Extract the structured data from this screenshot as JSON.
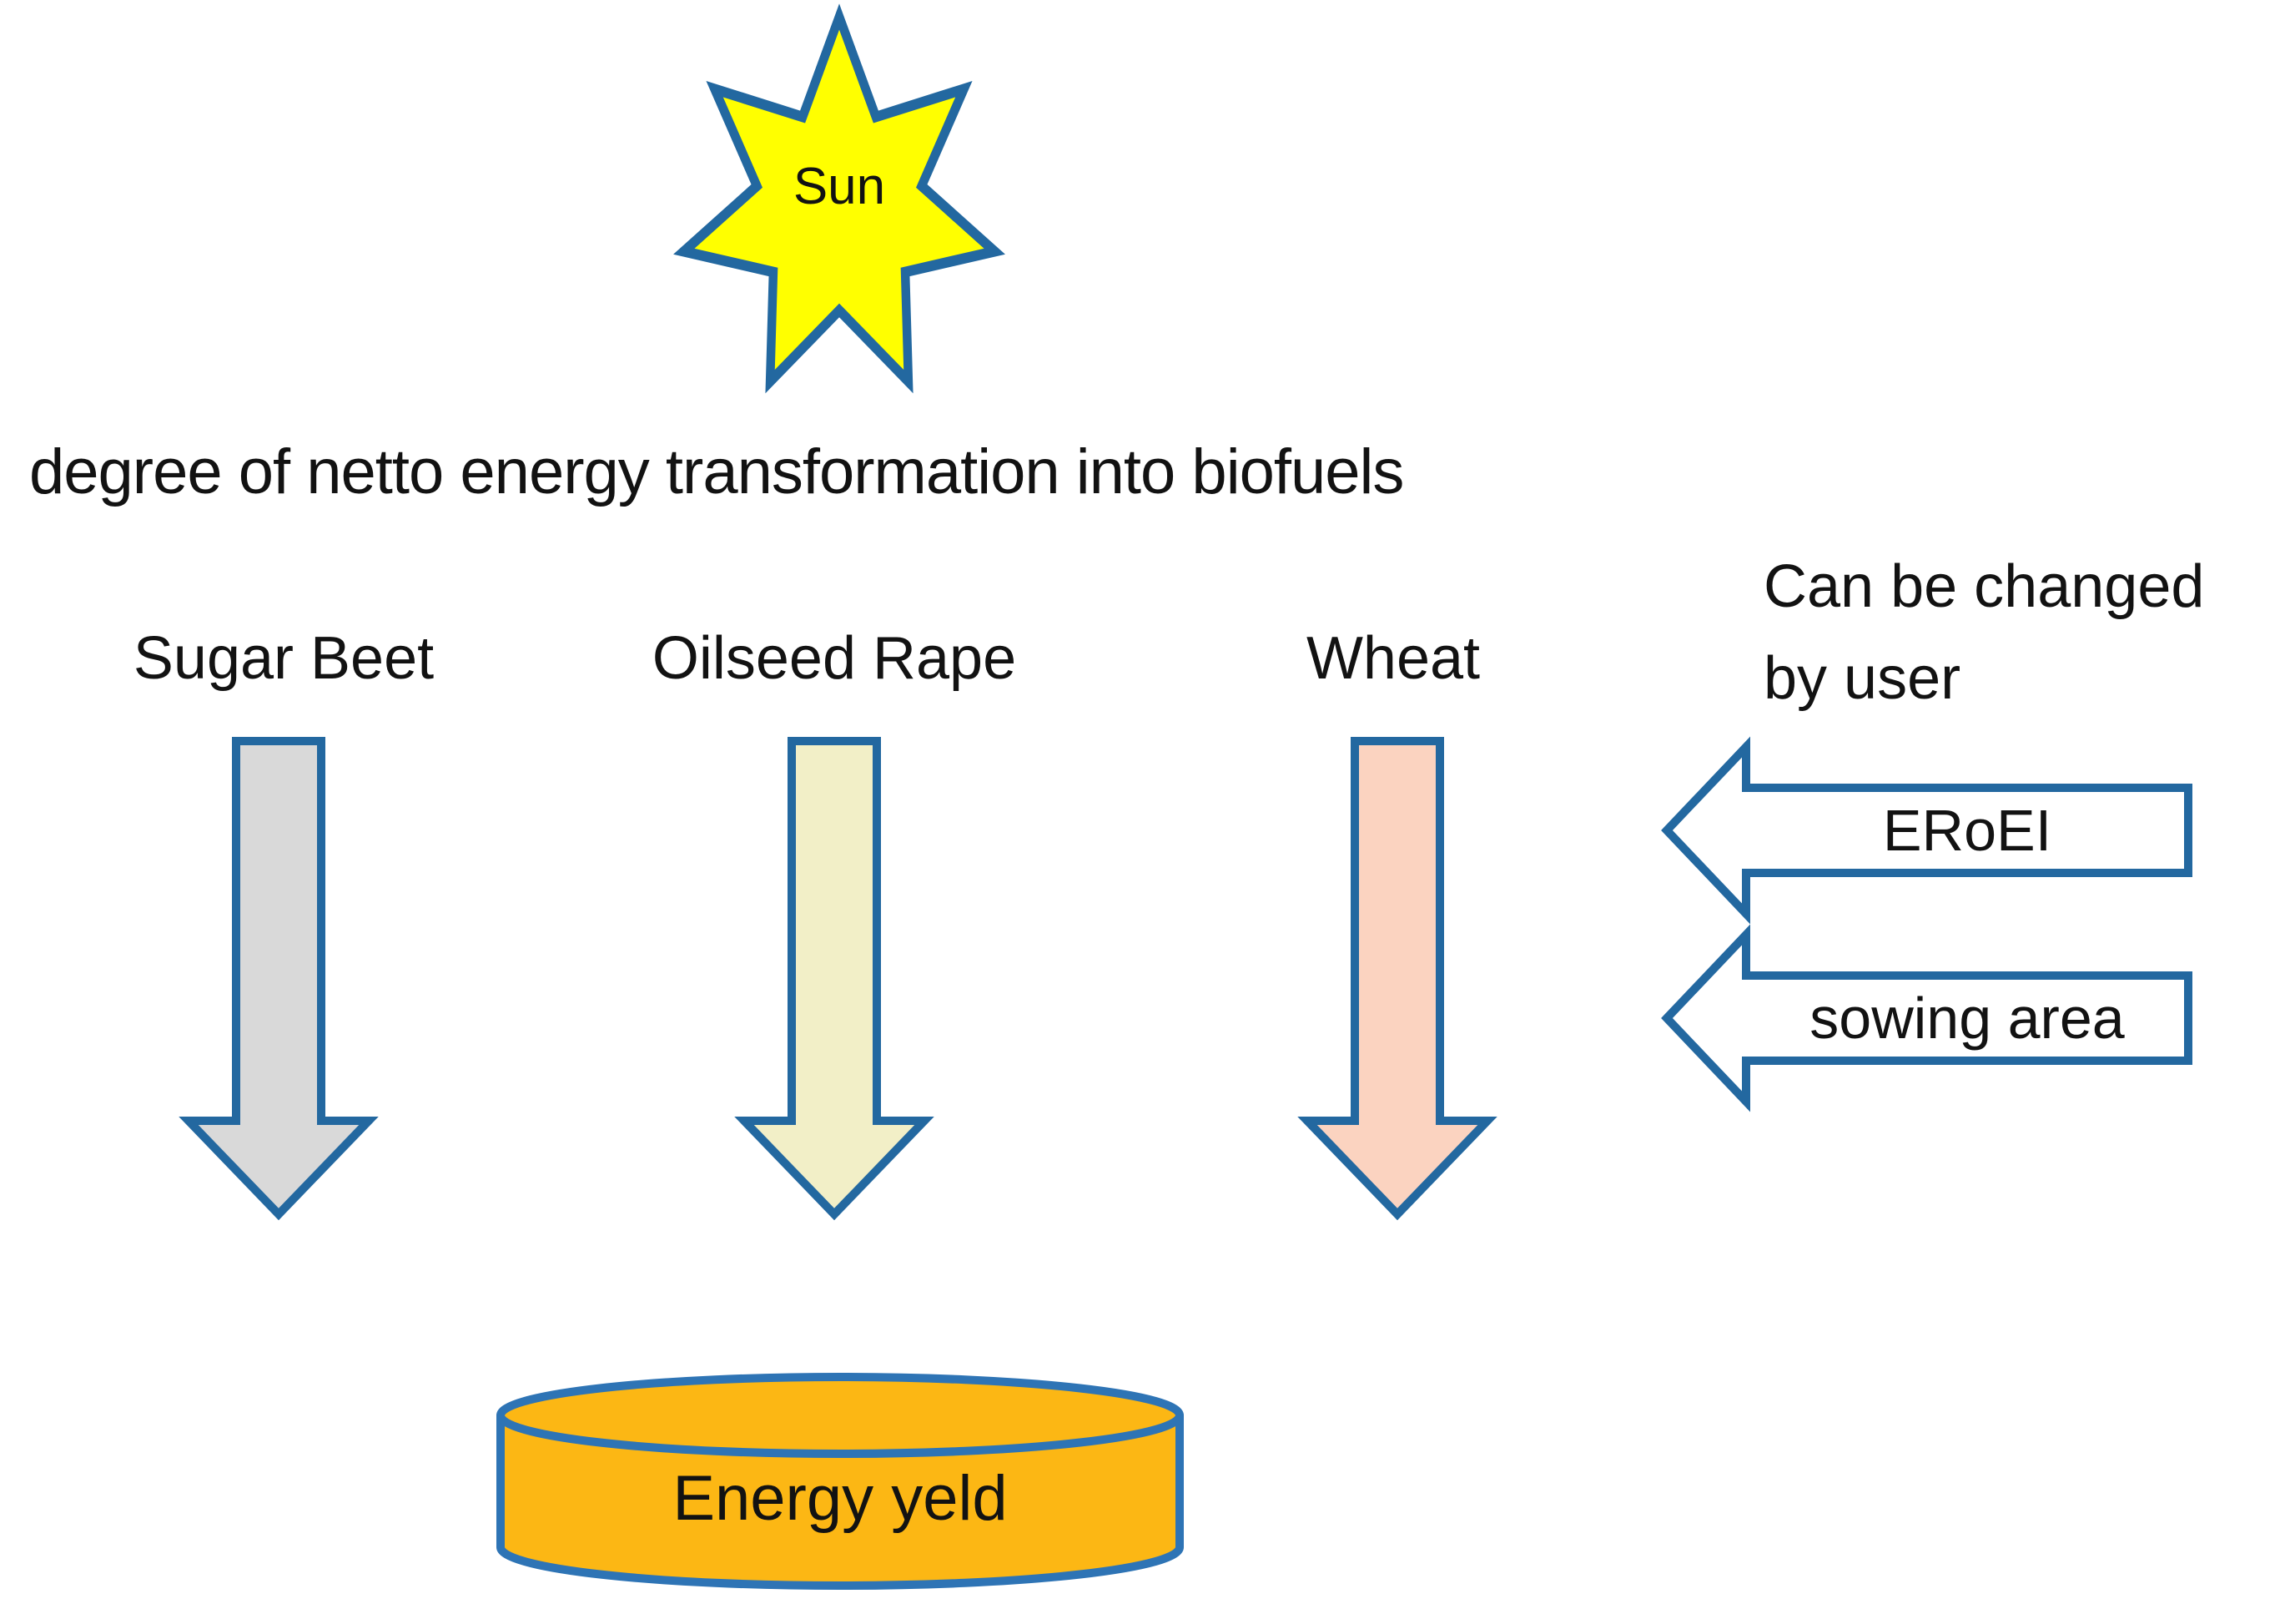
{
  "diagram": {
    "title": "degree of netto energy transformation into biofuels",
    "sun": {
      "label": "Sun"
    },
    "crops": [
      {
        "name": "Sugar Beet",
        "arrow_color": "#d9d9d9"
      },
      {
        "name": "Oilseed Rape",
        "arrow_color": "#f2efc7"
      },
      {
        "name": "Wheat",
        "arrow_color": "#fbd3c0"
      }
    ],
    "user_note": "Can be changed by user",
    "user_inputs": [
      {
        "label": "ERoEI"
      },
      {
        "label": "sowing area"
      }
    ],
    "output": {
      "label": "Energy yeld"
    }
  },
  "colors": {
    "outline": "#2368a0",
    "star_fill": "#ffff00",
    "input_arrow_fill": "#ffffff",
    "cylinder_fill": "#fcb714",
    "cylinder_outline": "#2e74b5",
    "text": "#121212",
    "background": "#ffffff"
  }
}
